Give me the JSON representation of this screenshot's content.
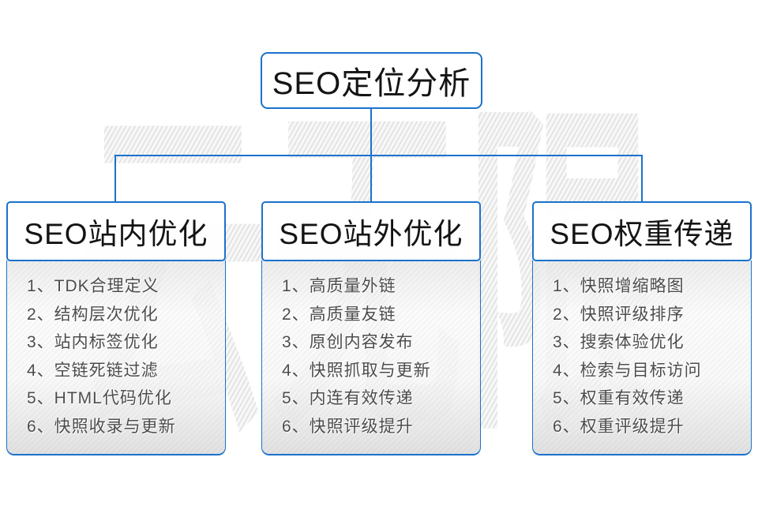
{
  "root": {
    "label": "SEO定位分析"
  },
  "watermark": {
    "text": "云无限"
  },
  "columns": [
    {
      "header": "SEO站内优化",
      "items": [
        "1、TDK合理定义",
        "2、结构层次优化",
        "3、站内标签优化",
        "4、空链死链过滤",
        "5、HTML代码优化",
        "6、快照收录与更新"
      ]
    },
    {
      "header": "SEO站外优化",
      "items": [
        "1、高质量外链",
        "2、高质量友链",
        "3、原创内容发布",
        "4、快照抓取与更新",
        "5、内连有效传递",
        "6、快照评级提升"
      ]
    },
    {
      "header": "SEO权重传递",
      "items": [
        "1、快照增缩略图",
        "2、快照评级排序",
        "3、搜索体验优化",
        "4、检索与目标访问",
        "5、权重有效传递",
        "6、权重评级提升"
      ]
    }
  ],
  "colors": {
    "accent_blue": "#1b72cc",
    "heading_text": "#141414",
    "list_text": "#4c4c4c",
    "watermark_gray": "#ebebeb"
  }
}
